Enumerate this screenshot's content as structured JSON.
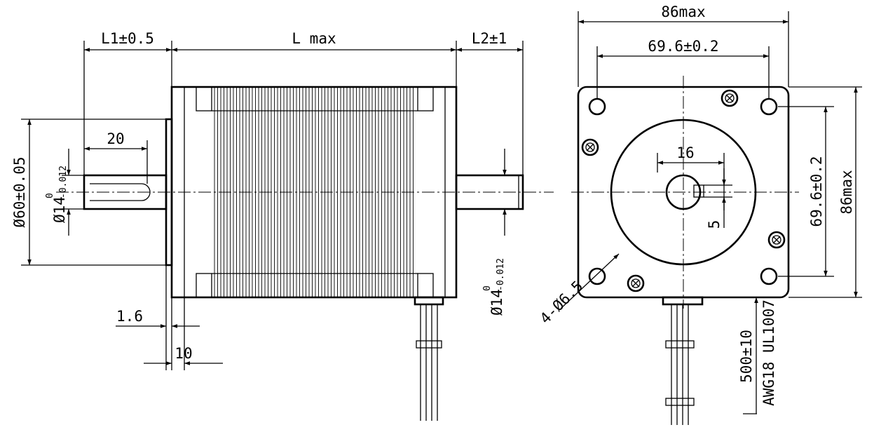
{
  "side_view": {
    "l1": "L1±0.5",
    "lmax": "L max",
    "l2": "L2±1",
    "shaft_length": "20",
    "pilot_dia": "Ø60±0.05",
    "shaft_dia_front": "Ø14",
    "tol_upper": "0",
    "tol_lower": "-0.012",
    "shaft_dia_rear": "Ø14",
    "pilot_height": "1.6",
    "flange_thickness": "10"
  },
  "front_view": {
    "width_max": "86max",
    "hole_spacing_h": "69.6±0.2",
    "hole_spacing_v": "69.6±0.2",
    "height_max": "86max",
    "shaft_flat": "16",
    "key_width": "5",
    "holes": "4-Ø6.5",
    "lead_length": "500±10",
    "wire_spec": "AWG18 UL1007"
  }
}
